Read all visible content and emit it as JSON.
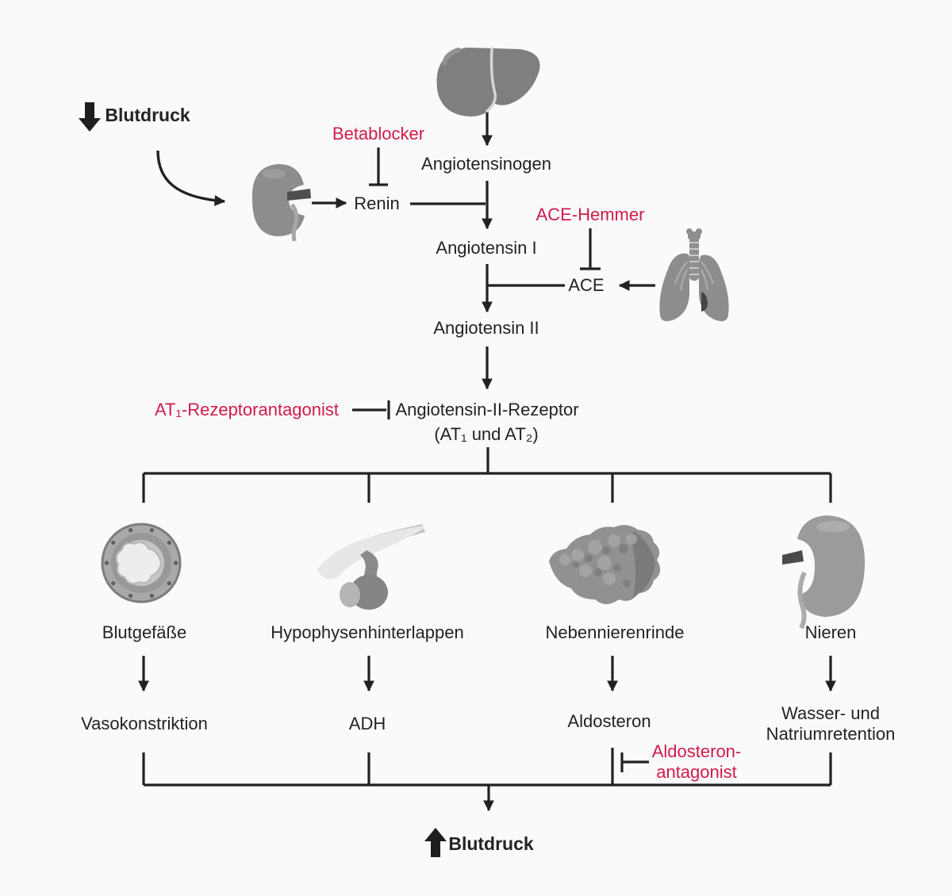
{
  "colors": {
    "background": "#fafafa",
    "ink": "#222222",
    "inhibitor_red": "#d01b4b",
    "organ_gray": "#8d8d8d"
  },
  "nodes": {
    "blood_pressure_low": "Blutdruck",
    "angiotensinogen": "Angiotensinogen",
    "renin": "Renin",
    "angiotensin_i": "Angiotensin I",
    "ace": "ACE",
    "angiotensin_ii": "Angiotensin II",
    "receptor": "Angiotensin-II-Rezeptor",
    "receptor_subtypes": "(AT₁ und AT₂)",
    "blood_pressure_high": "Blutdruck"
  },
  "inhibitors": {
    "betablocker": "Betablocker",
    "ace_inhibitor": "ACE-Hemmer",
    "at1_antagonist": "AT₁-Rezeptorantagonist",
    "aldosterone_antagonist": "Aldosteron-\nantagonist"
  },
  "targets": [
    {
      "organ": "Blutgefäße",
      "effect": "Vasokonstriktion"
    },
    {
      "organ": "Hypophysenhinterlappen",
      "effect": "ADH"
    },
    {
      "organ": "Nebennierenrinde",
      "effect": "Aldosteron"
    },
    {
      "organ": "Nieren",
      "effect": "Wasser- und\nNatriumretention"
    }
  ],
  "icons": {
    "liver": "liver-icon",
    "kidney_top": "kidney-icon",
    "lungs": "lungs-icon",
    "blood_vessel": "blood-vessel-icon",
    "pituitary": "pituitary-icon",
    "adrenal": "adrenal-gland-icon",
    "kidney_bottom": "kidney-icon",
    "arrow_down": "arrow-down-icon",
    "arrow_up": "arrow-up-icon"
  }
}
